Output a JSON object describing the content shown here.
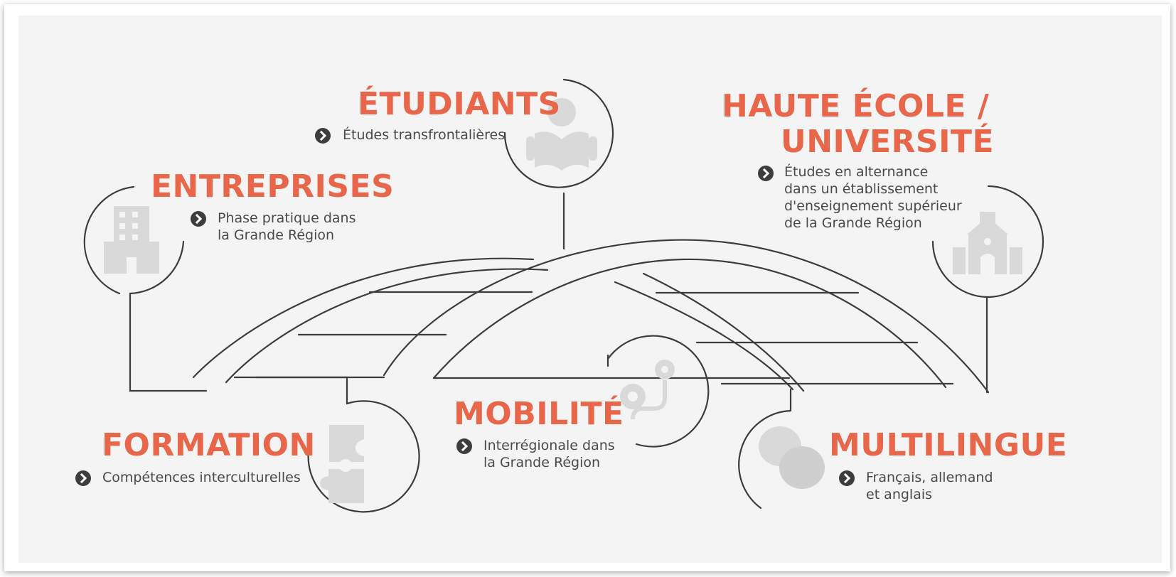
{
  "blocks": {
    "etudiants": {
      "title": "ÉTUDIANTS",
      "lines": [
        "Études transfrontalières"
      ],
      "icon": "reading-student-icon"
    },
    "haute_ecole": {
      "title_lines": [
        "HAUTE ÉCOLE /",
        "UNIVERSITÉ"
      ],
      "lines": [
        "Études en alternance",
        "dans un établissement",
        "d'enseignement supérieur",
        "de la Grande Région"
      ],
      "icon": "university-building-icon"
    },
    "entreprises": {
      "title": "ENTREPRISES",
      "lines": [
        "Phase pratique dans",
        "la Grande Région"
      ],
      "icon": "office-building-icon"
    },
    "formation": {
      "title": "FORMATION",
      "lines": [
        "Compétences interculturelles"
      ],
      "icon": "puzzle-piece-icon"
    },
    "mobilite": {
      "title": "MOBILITÉ",
      "lines": [
        "Interrégionale dans",
        "la Grande Région"
      ],
      "icon": "route-pins-icon"
    },
    "multilingue": {
      "title": "MULTILINGUE",
      "lines": [
        "Français, allemand",
        "et anglais"
      ],
      "icon": "speech-bubbles-icon"
    }
  },
  "colors": {
    "accent": "#e8664a",
    "text": "#4a4a4a",
    "lines": "#3c3c3c",
    "icons": "#d9d9d9",
    "panel": "#f4f4f4"
  }
}
